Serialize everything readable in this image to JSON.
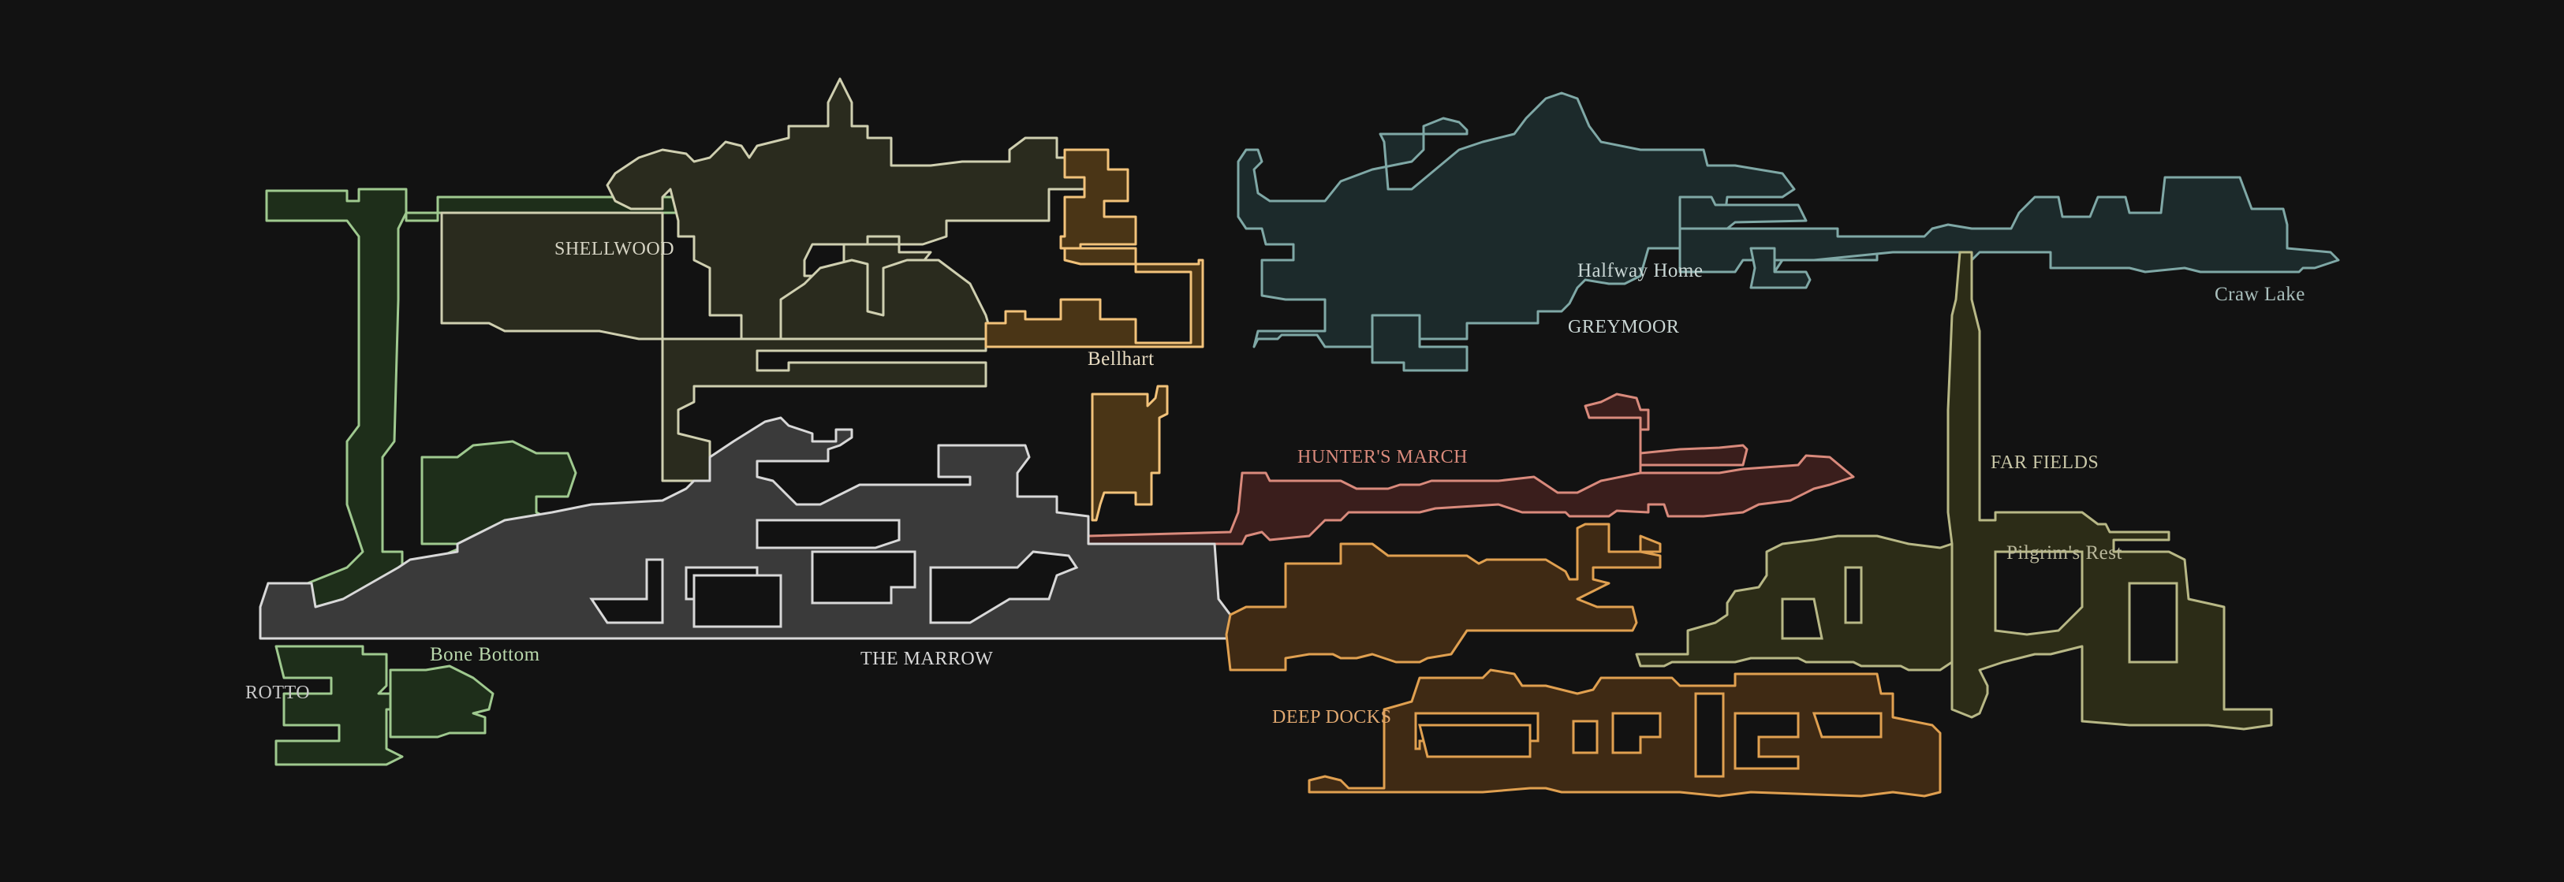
{
  "map": {
    "background": "#121212",
    "regions": [
      {
        "id": "shellwood",
        "name": "SHELLWOOD",
        "fill": "#2a2b1e",
        "stroke": "#cfcfb0",
        "label_color": "#d6d4c4"
      },
      {
        "id": "bellhart",
        "name": "Bellhart",
        "fill": "#4a3516",
        "stroke": "#f2c27a",
        "label_color": "#e8dcc2"
      },
      {
        "id": "greymoor",
        "name": "GREYMOOR",
        "fill": "#1c2a2b",
        "stroke": "#7fa8a6",
        "label_color": "#c9d6d4"
      },
      {
        "id": "halfway-home",
        "name": "Halfway Home",
        "fill": "#1c2a2b",
        "stroke": "#7fa8a6",
        "label_color": "#c9d6d4"
      },
      {
        "id": "craw-lake",
        "name": "Craw Lake",
        "fill": "#1c2a2b",
        "stroke": "#7fa8a6",
        "label_color": "#a9bfbc"
      },
      {
        "id": "hunters-march",
        "name": "HUNTER'S MARCH",
        "fill": "#3a1e1c",
        "stroke": "#d98a7c",
        "label_color": "#d98a7c"
      },
      {
        "id": "far-fields",
        "name": "FAR FIELDS",
        "fill": "#2c2c17",
        "stroke": "#b8b886",
        "label_color": "#c9c7a8"
      },
      {
        "id": "pilgrims-rest",
        "name": "Pilgrim's Rest",
        "fill": "#2c2c17",
        "stroke": "#b8b886",
        "label_color": "#b9b79a"
      },
      {
        "id": "the-marrow",
        "name": "THE MARROW",
        "fill": "#3a3a3a",
        "stroke": "#d8d8d8",
        "label_color": "#d8d8d8"
      },
      {
        "id": "deep-docks",
        "name": "DEEP DOCKS",
        "fill": "#3f2a14",
        "stroke": "#e0a050",
        "label_color": "#e0a870"
      },
      {
        "id": "bone-bottom",
        "name": "Bone Bottom",
        "fill": "#1e2e1a",
        "stroke": "#9fc98f",
        "label_color": "#b9d8ac"
      },
      {
        "id": "grotto",
        "name": "ROTTO",
        "fill": "#1e2e1a",
        "stroke": "#9fc98f",
        "label_color": "#c8c8c8"
      }
    ]
  }
}
